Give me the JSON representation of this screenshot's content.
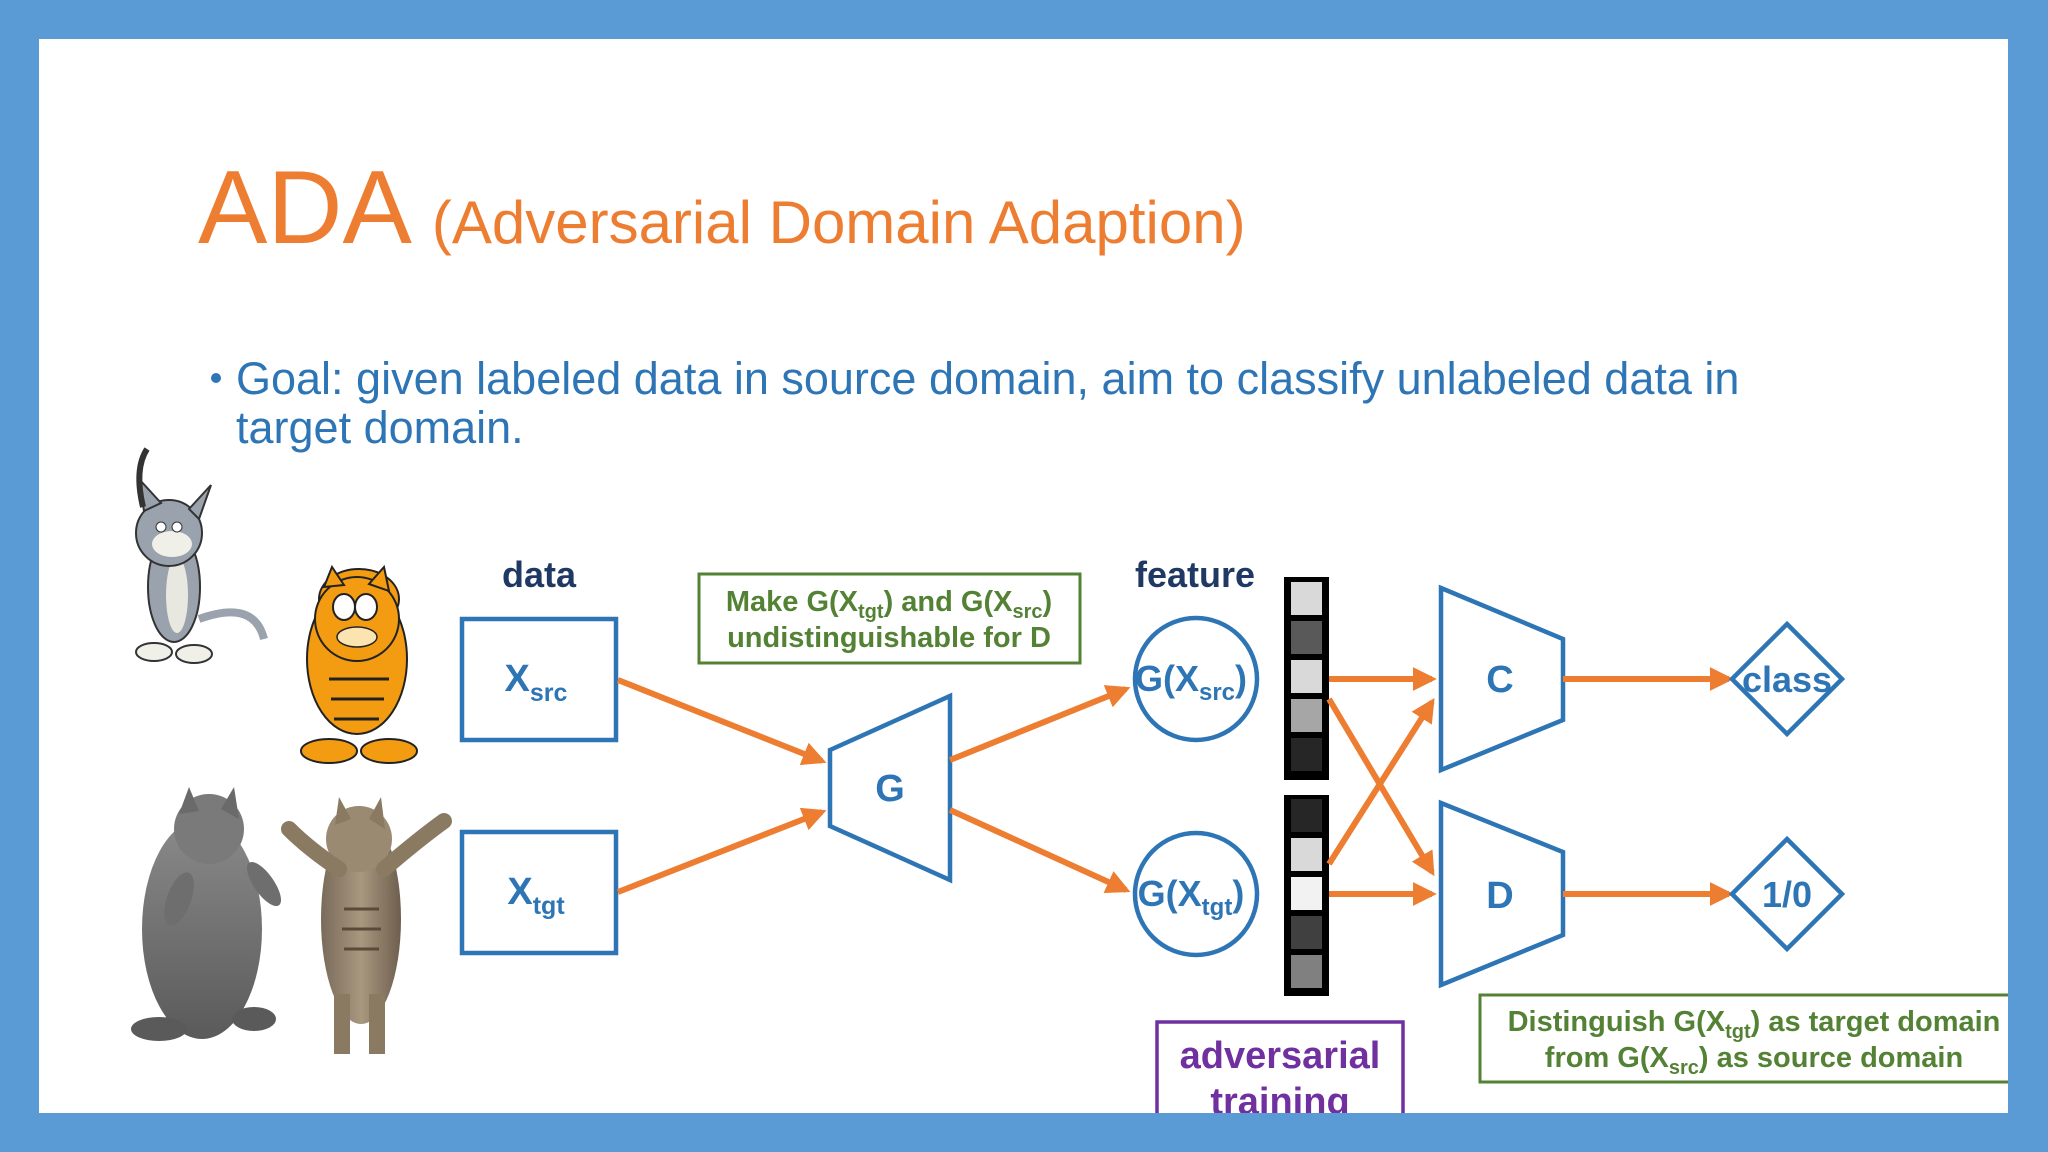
{
  "slide": {
    "title": "ADA",
    "subtitle": "(Adversarial Domain Adaption)",
    "bullet_line1": "Goal: given labeled data in source domain, aim to classify unlabeled data in",
    "bullet_line2": "target domain."
  },
  "diagram": {
    "data_header": "data",
    "feature_header": "feature",
    "x_src_base": "X",
    "x_src_sub": "src",
    "x_tgt_base": "X",
    "x_tgt_sub": "tgt",
    "g_label": "G",
    "g_src_prefix": "G(X",
    "g_src_sub": "src",
    "g_src_suffix": ")",
    "g_tgt_prefix": "G(X",
    "g_tgt_sub": "tgt",
    "g_tgt_suffix": ")",
    "c_label": "C",
    "d_label": "D",
    "class_output": "class",
    "binary_output": "1/0",
    "make_note": {
      "l1_a": "Make G(X",
      "l1_b": "tgt",
      "l1_c": ") and G(X",
      "l1_d": "src",
      "l1_e": ")",
      "l2": "undistinguishable for D"
    },
    "adv_line1": "adversarial",
    "adv_line2": "training",
    "dist_note": {
      "l1_a": "Distinguish G(X",
      "l1_b": "tgt",
      "l1_c": ") as target domain",
      "l2_a": "from G(X",
      "l2_b": "src",
      "l2_c": ") as source domain"
    },
    "src_feature_cells": [
      "#d9d9d9",
      "#595959",
      "#d9d9d9",
      "#a6a6a6",
      "#262626"
    ],
    "tgt_feature_cells": [
      "#262626",
      "#d9d9d9",
      "#f2f2f2",
      "#404040",
      "#808080"
    ],
    "colors": {
      "accent": "#ed7d31",
      "box_blue": "#2e75b6",
      "note_green": "#548235",
      "adv_purple": "#7030a0",
      "frame": "#5b9bd5"
    }
  }
}
